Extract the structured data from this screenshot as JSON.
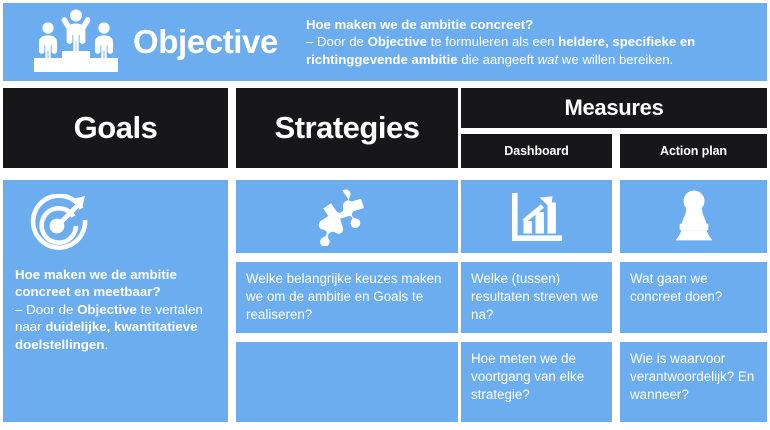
{
  "colors": {
    "blue": "#6BADEE",
    "black": "#17171a",
    "text_on_blue": "#ffffff",
    "text_on_black": "#ffffff",
    "page_background": "#ffffff"
  },
  "objective": {
    "title": "Objective",
    "icon": "podium-winners-icon",
    "question": "Hoe maken we de ambitie concreet?",
    "answer_parts": [
      {
        "text": "– Door de ",
        "bold": false,
        "italic": false
      },
      {
        "text": "Objective",
        "bold": true,
        "italic": false
      },
      {
        "text": " te formuleren als een ",
        "bold": false,
        "italic": false
      },
      {
        "text": "heldere, specifieke en richtinggevende ambitie",
        "bold": true,
        "italic": false
      },
      {
        "text": " die aangeeft ",
        "bold": false,
        "italic": false
      },
      {
        "text": "wat",
        "bold": false,
        "italic": true
      },
      {
        "text": " we willen bereiken.",
        "bold": false,
        "italic": false
      }
    ]
  },
  "headers": {
    "goals": "Goals",
    "strategies": "Strategies",
    "measures": "Measures",
    "dashboard": "Dashboard",
    "action_plan": "Action plan"
  },
  "goals": {
    "icon": "target-arrow-icon",
    "question": "Hoe maken we de ambitie concreet en meetbaar?",
    "answer_parts": [
      {
        "text": "– Door de ",
        "bold": false
      },
      {
        "text": "Objective",
        "bold": true
      },
      {
        "text": " te vertalen naar ",
        "bold": false
      },
      {
        "text": "duidelijke, kwantitatieve doelstellingen",
        "bold": true
      },
      {
        "text": ".",
        "bold": false
      }
    ]
  },
  "strategies": {
    "icon": "puzzle-piece-icon",
    "cells": [
      "Welke belangrijke keuzes maken we om de ambitie en Goals te realiseren?",
      ""
    ]
  },
  "dashboard": {
    "icon": "bar-chart-growth-icon",
    "cells": [
      "Welke (tussen) resultaten streven we na?",
      "Hoe meten we de voortgang van elke strategie?"
    ]
  },
  "action_plan": {
    "icon": "chess-pawn-icon",
    "cells": [
      "Wat gaan we concreet doen?",
      "Wie is waarvoor verantwoordelijk? En wanneer?"
    ]
  }
}
